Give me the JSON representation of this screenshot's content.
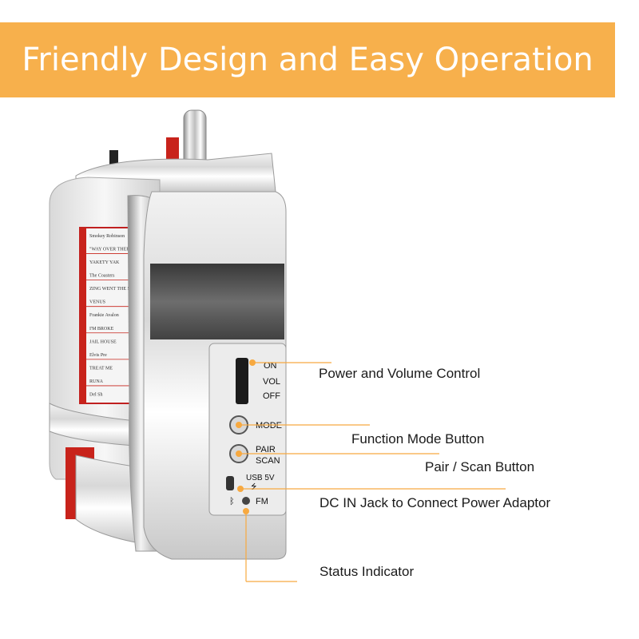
{
  "banner": {
    "title": "Friendly Design and Easy Operation",
    "color": "#f7b04c"
  },
  "panel": {
    "on": "ON",
    "vol": "VOL",
    "off": "OFF",
    "mode": "MODE",
    "pair": "PAIR",
    "scan": "SCAN",
    "usb": "USB 5V",
    "fm": "FM"
  },
  "callouts": {
    "power_volume": "Power and Volume Control",
    "function_mode": "Function Mode Button",
    "pair_scan": "Pair / Scan Button",
    "dc_in": "DC IN Jack to Connect Power Adaptor",
    "status": "Status Indicator",
    "line_color": "#f7a940"
  },
  "song_strip": {
    "entries": [
      "Smokey Robinson",
      "\"WAY OVER THERE\"",
      "YAKETY YAK",
      "The Coasters",
      "ZING WENT THE STRINGS OF MY HEART",
      "VENUS",
      "Frankie Avalon",
      "I'M BROKE",
      "JAIL HOUSE",
      "Elvis Pre",
      "TREAT ME",
      "RUNA",
      "Del Sh"
    ]
  }
}
